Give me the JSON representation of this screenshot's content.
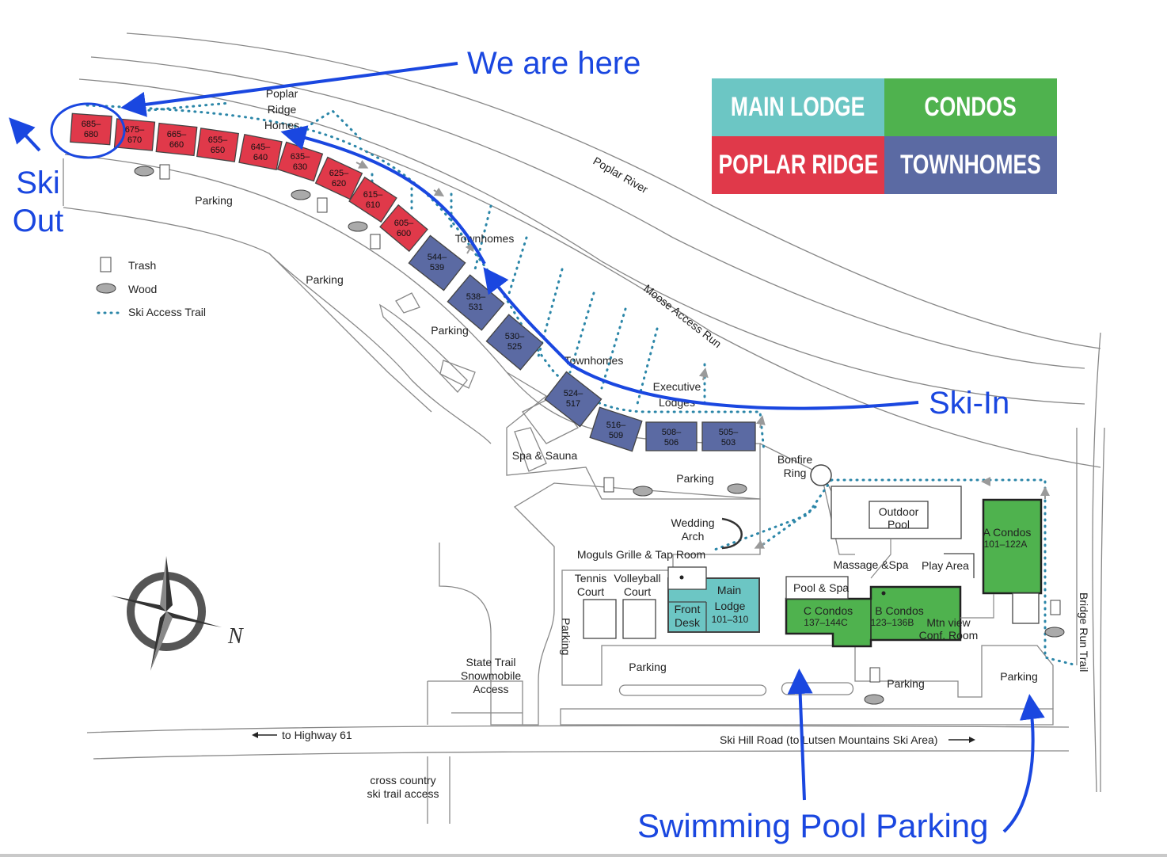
{
  "legend": {
    "main_lodge": {
      "label": "MAIN LODGE",
      "color": "#6cc6c4"
    },
    "condos": {
      "label": "CONDOS",
      "color": "#4fb24e"
    },
    "poplar_ridge": {
      "label": "POPLAR RIDGE",
      "color": "#e0394a"
    },
    "townhomes": {
      "label": "TOWNHOMES",
      "color": "#5b6aa3"
    }
  },
  "annotations": {
    "we_are_here": "We are here",
    "ski_out_1": "Ski",
    "ski_out_2": "Out",
    "ski_in": "Ski-In",
    "swimming_pool_parking": "Swimming Pool Parking"
  },
  "key": {
    "trash": "Trash",
    "wood": "Wood",
    "trail": "Ski Access Trail"
  },
  "units_poplar": [
    "685–\n680",
    "675–\n670",
    "665–\n660",
    "655–\n650",
    "645–\n640",
    "635–\n630",
    "625–\n620",
    "615–\n610",
    "605–\n600"
  ],
  "units_town": [
    "544–\n539",
    "538–\n531",
    "530–\n525",
    "524–\n517",
    "516–\n509",
    "508–\n506",
    "505–\n503"
  ],
  "labels": {
    "poplar_ridge_homes_1": "Poplar",
    "poplar_ridge_homes_2": "Ridge",
    "poplar_ridge_homes_3": "Homes",
    "townhomes_a": "Townhomes",
    "townhomes_b": "Townhomes",
    "executive_1": "Executive",
    "executive_2": "Lodges",
    "poplar_river": "Poplar River",
    "moose_access": "Moose Access Run",
    "parking_1": "Parking",
    "parking_2": "Parking",
    "parking_3": "Parking",
    "parking_4": "Parking",
    "parking_5": "Parking",
    "parking_6": "Parking",
    "parking_7": "Parking",
    "parking_vert": "Parking",
    "spa_sauna": "Spa & Sauna",
    "bonfire_1": "Bonfire",
    "bonfire_2": "Ring",
    "outdoor_pool_1": "Outdoor",
    "outdoor_pool_2": "Pool",
    "wedding_1": "Wedding",
    "wedding_2": "Arch",
    "moguls": "Moguls Grille & Tap Room",
    "tennis_1": "Tennis",
    "tennis_2": "Court",
    "volley_1": "Volleyball",
    "volley_2": "Court",
    "main_lodge_1": "Main",
    "main_lodge_2": "Lodge",
    "main_lodge_3": "101–310",
    "front_desk_1": "Front",
    "front_desk_2": "Desk",
    "pool_spa": "Pool & Spa",
    "c_condos": "C Condos",
    "c_condos_num": "137–144C",
    "b_condos": "B Condos",
    "b_condos_num": "123–136B",
    "mtn_view_1": "Mtn view",
    "mtn_view_2": "Conf. Room",
    "massage": "Massage &Spa",
    "play_area": "Play Area",
    "a_condos": "A Condos",
    "a_condos_num": "101–122A",
    "bridge_run": "Bridge Run Trail",
    "state_trail_1": "State Trail",
    "state_trail_2": "Snowmobile",
    "state_trail_3": "Access",
    "to_highway": "to Highway 61",
    "ski_hill_road": "Ski Hill Road  (to Lutsen Mountains Ski Area)",
    "cross_country_1": "cross country",
    "cross_country_2": "ski trail access",
    "compass_n": "N"
  }
}
